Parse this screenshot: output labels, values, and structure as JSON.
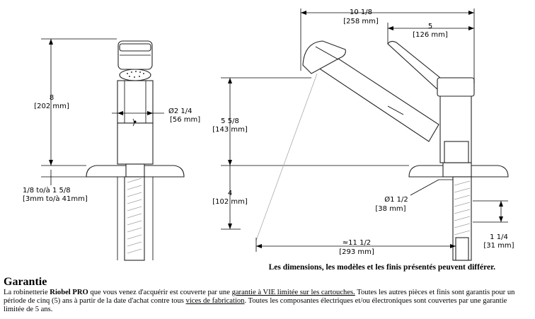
{
  "dimensions": {
    "height_8": "8",
    "height_8_mm": "[202 mm]",
    "diameter_2_1_4": "Ø2 1/4",
    "diameter_2_1_4_mm": "[56 mm]",
    "deck_range": "1/8 to/à 1 5/8",
    "deck_range_mm": "[3mm to/à 41mm]",
    "reach_total": "10 1/8",
    "reach_total_mm": "[258 mm]",
    "handle_reach": "5",
    "handle_reach_mm": "[126 mm]",
    "spout_height": "5 5/8",
    "spout_height_mm": "[143 mm]",
    "lower_height": "4",
    "lower_height_mm": "[102 mm]",
    "diameter_1_1_2": "Ø1 1/2",
    "diameter_1_1_2_mm": "[38 mm]",
    "hose_length": "≈11 1/2",
    "hose_length_mm": "[293 mm]",
    "connector": "1 1/4",
    "connector_mm": "[31 mm]"
  },
  "disclaimer": "Les dimensions, les modèles et les finis présentés peuvent différer.",
  "garantie": {
    "title": "Garantie",
    "p1": "La robinetterie ",
    "brand": "Riobel PRO",
    "p2": " que vous venez d'acquérir est couverte par une ",
    "link1": "garantie à VIE limitée sur les cartouches.",
    "p3": " Toutes les autres pièces et finis sont garantis pour un période de cinq (5) ans à partir de la date d'achat contre tous ",
    "link2": "vices de fabrication",
    "p4": ". Toutes les composantes électriques et/ou électroniques sont couvertes par une garantie limitée de 5 ans."
  }
}
